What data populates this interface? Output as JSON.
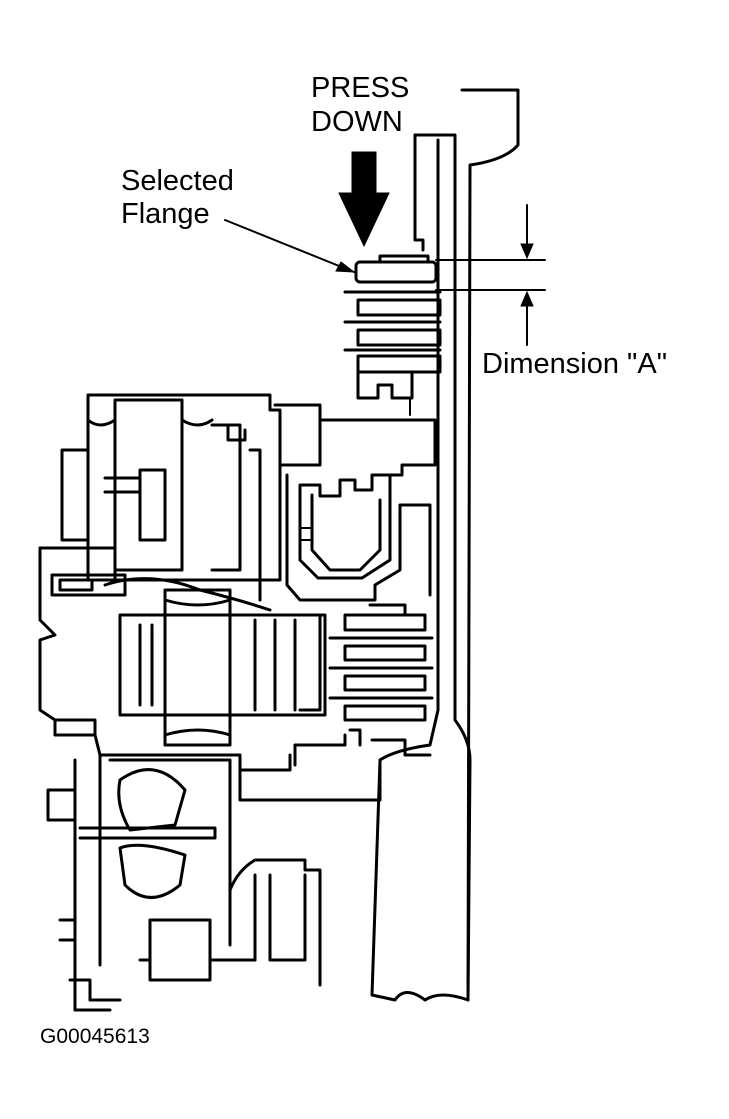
{
  "labels": {
    "press_line1": "PRESS",
    "press_line2": "DOWN",
    "selected_line1": "Selected",
    "selected_line2": "Flange",
    "dimension": "Dimension \"A\""
  },
  "figure_code": "G00045613"
}
